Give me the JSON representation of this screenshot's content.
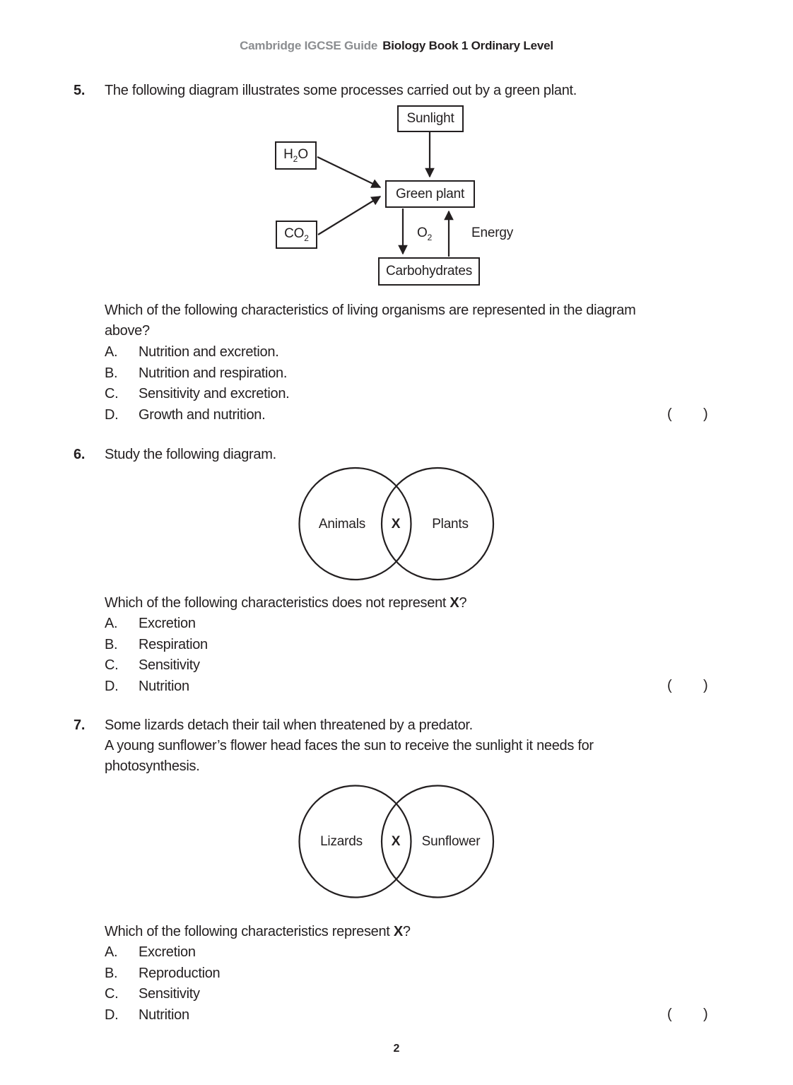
{
  "header": {
    "series": "Cambridge IGCSE Guide",
    "title": "Biology Book 1 Ordinary Level"
  },
  "footer": {
    "page_number": "2"
  },
  "q5": {
    "number": "5.",
    "prompt": "The following diagram illustrates some processes carried out by a green plant.",
    "diagram": {
      "sunlight": "Sunlight",
      "green_plant": "Green plant",
      "carbohydrates": "Carbohydrates",
      "h2o": {
        "base": "H",
        "sub": "2",
        "rest": "O"
      },
      "co2": {
        "base": "CO",
        "sub": "2",
        "rest": ""
      },
      "o2": {
        "base": "O",
        "sub": "2",
        "rest": ""
      },
      "energy": "Energy"
    },
    "question": {
      "line1": "Which of the following characteristics of living organisms are represented in the diagram",
      "line2": "above?"
    },
    "options": [
      {
        "letter": "A.",
        "text": "Nutrition and excretion."
      },
      {
        "letter": "B.",
        "text": "Nutrition and respiration."
      },
      {
        "letter": "C.",
        "text": "Sensitivity and excretion."
      },
      {
        "letter": "D.",
        "text": "Growth and nutrition."
      }
    ],
    "answer": {
      "open": "(",
      "close": ")"
    }
  },
  "q6": {
    "number": "6.",
    "prompt": "Study the following diagram.",
    "venn": {
      "left": "Animals",
      "intersection": "X",
      "right": "Plants"
    },
    "question": {
      "prefix": "Which of the following characteristics does not represent ",
      "bold": "X",
      "suffix": "?"
    },
    "options": [
      {
        "letter": "A.",
        "text": "Excretion"
      },
      {
        "letter": "B.",
        "text": "Respiration"
      },
      {
        "letter": "C.",
        "text": "Sensitivity"
      },
      {
        "letter": "D.",
        "text": "Nutrition"
      }
    ],
    "answer": {
      "open": "(",
      "close": ")"
    }
  },
  "q7": {
    "number": "7.",
    "prompt_lines": [
      "Some lizards detach their tail when threatened by a predator.",
      "A young sunflower’s flower head faces the sun to receive the sunlight it needs for",
      "photosynthesis."
    ],
    "venn": {
      "left": "Lizards",
      "intersection": "X",
      "right": "Sunflower"
    },
    "question": {
      "prefix": "Which of the following characteristics represent ",
      "bold": "X",
      "suffix": "?"
    },
    "options": [
      {
        "letter": "A.",
        "text": "Excretion"
      },
      {
        "letter": "B.",
        "text": "Reproduction"
      },
      {
        "letter": "C.",
        "text": "Sensitivity"
      },
      {
        "letter": "D.",
        "text": "Nutrition"
      }
    ],
    "answer": {
      "open": "(",
      "close": ")"
    }
  },
  "colors": {
    "text": "#231f20",
    "header_muted": "#8b8d90"
  }
}
